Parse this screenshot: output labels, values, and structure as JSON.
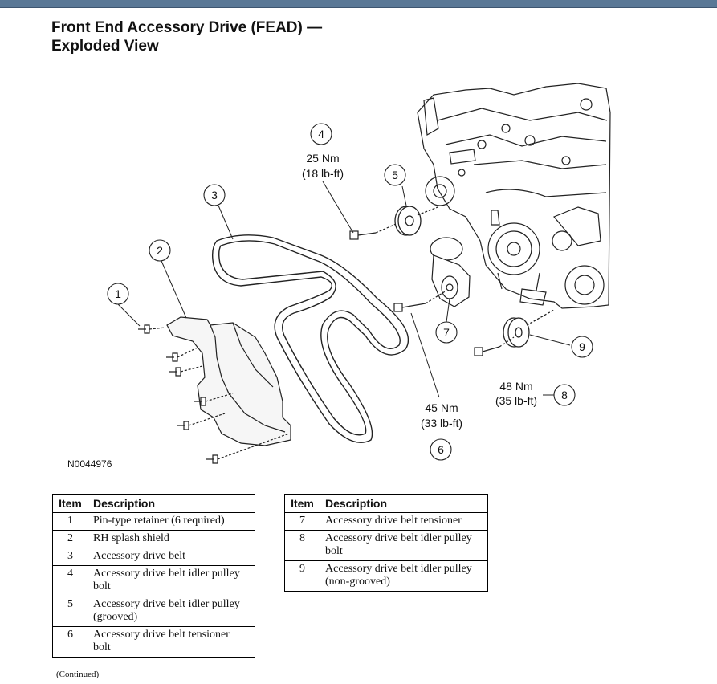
{
  "header": {
    "title_line1": "Front End Accessory Drive (FEAD) —",
    "title_line2": "Exploded View"
  },
  "figure": {
    "id": "N0044976",
    "callouts": [
      "1",
      "2",
      "3",
      "4",
      "5",
      "6",
      "7",
      "8",
      "9"
    ],
    "torque": {
      "item4_nm": "25 Nm",
      "item4_lbft": "(18 lb-ft)",
      "item6_nm": "45 Nm",
      "item6_lbft": "(33 lb-ft)",
      "item8_nm": "48 Nm",
      "item8_lbft": "(35 lb-ft)"
    }
  },
  "table": {
    "col_item": "Item",
    "col_description": "Description",
    "rows": [
      {
        "item": "1",
        "description": "Pin-type retainer (6 required)"
      },
      {
        "item": "2",
        "description": "RH splash shield"
      },
      {
        "item": "3",
        "description": "Accessory drive belt"
      },
      {
        "item": "4",
        "description": "Accessory drive belt idler pulley bolt"
      },
      {
        "item": "5",
        "description": "Accessory drive belt idler pulley (grooved)"
      },
      {
        "item": "6",
        "description": "Accessory drive belt tensioner bolt"
      },
      {
        "item": "7",
        "description": "Accessory drive belt tensioner"
      },
      {
        "item": "8",
        "description": "Accessory drive belt idler pulley bolt"
      },
      {
        "item": "9",
        "description": "Accessory drive belt idler pulley (non-grooved)"
      }
    ]
  },
  "footer": {
    "continued": "(Continued)"
  }
}
